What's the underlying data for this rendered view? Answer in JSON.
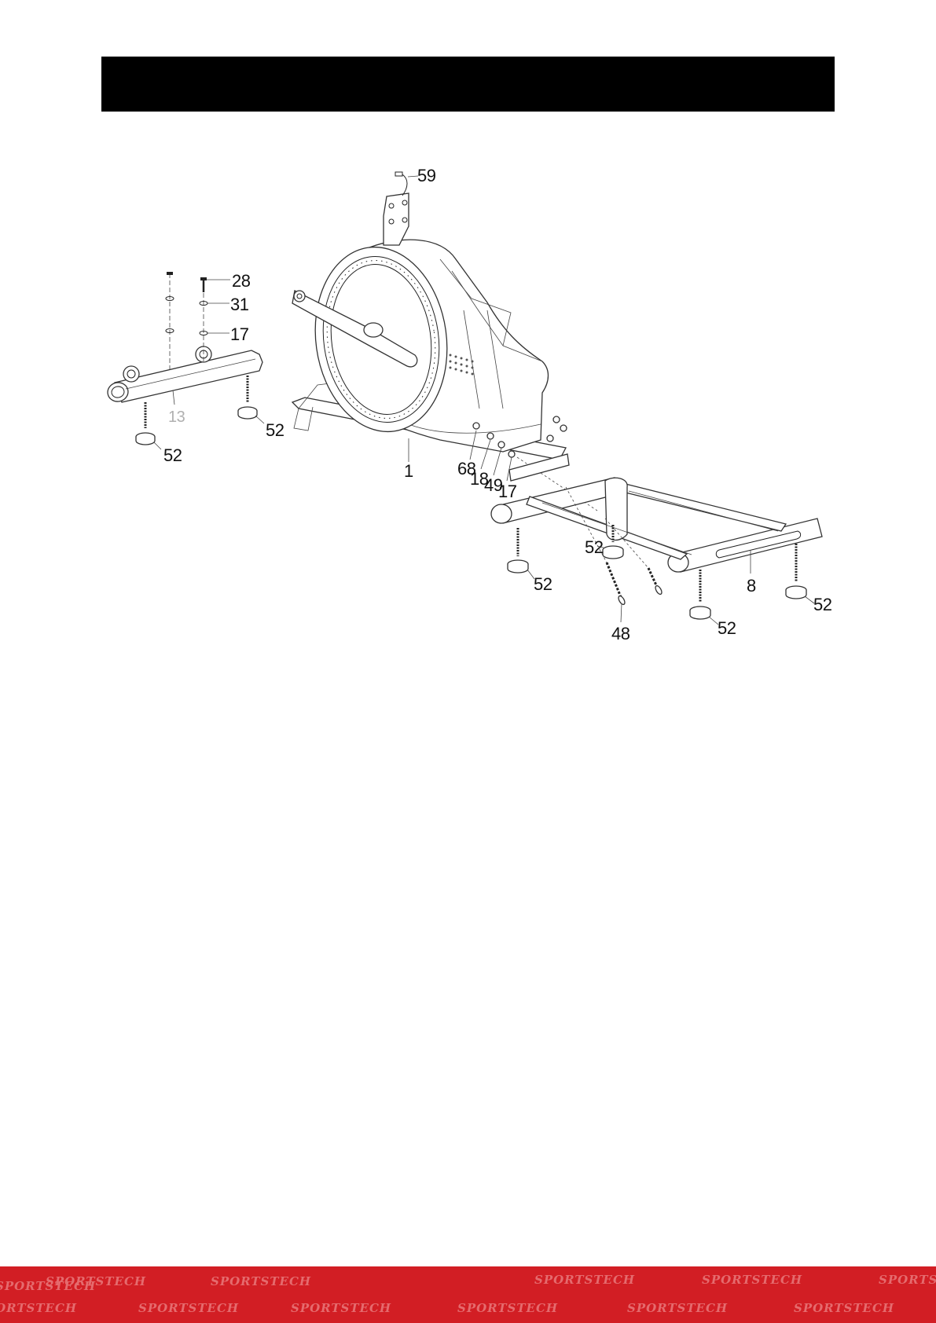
{
  "header": {
    "title": ""
  },
  "diagram": {
    "part_labels": {
      "p59": "59",
      "p28": "28",
      "p31": "31",
      "p17a": "17",
      "p13": "13",
      "p52a": "52",
      "p52b": "52",
      "p1": "1",
      "p68": "68",
      "p18": "18",
      "p49": "49",
      "p17b": "17",
      "p52c": "52",
      "p52d": "52",
      "p8": "8",
      "p52e": "52",
      "p52f": "52",
      "p48": "48"
    }
  },
  "footer": {
    "brand": "SPORTSTECH",
    "brand_color": "#d21e24"
  }
}
